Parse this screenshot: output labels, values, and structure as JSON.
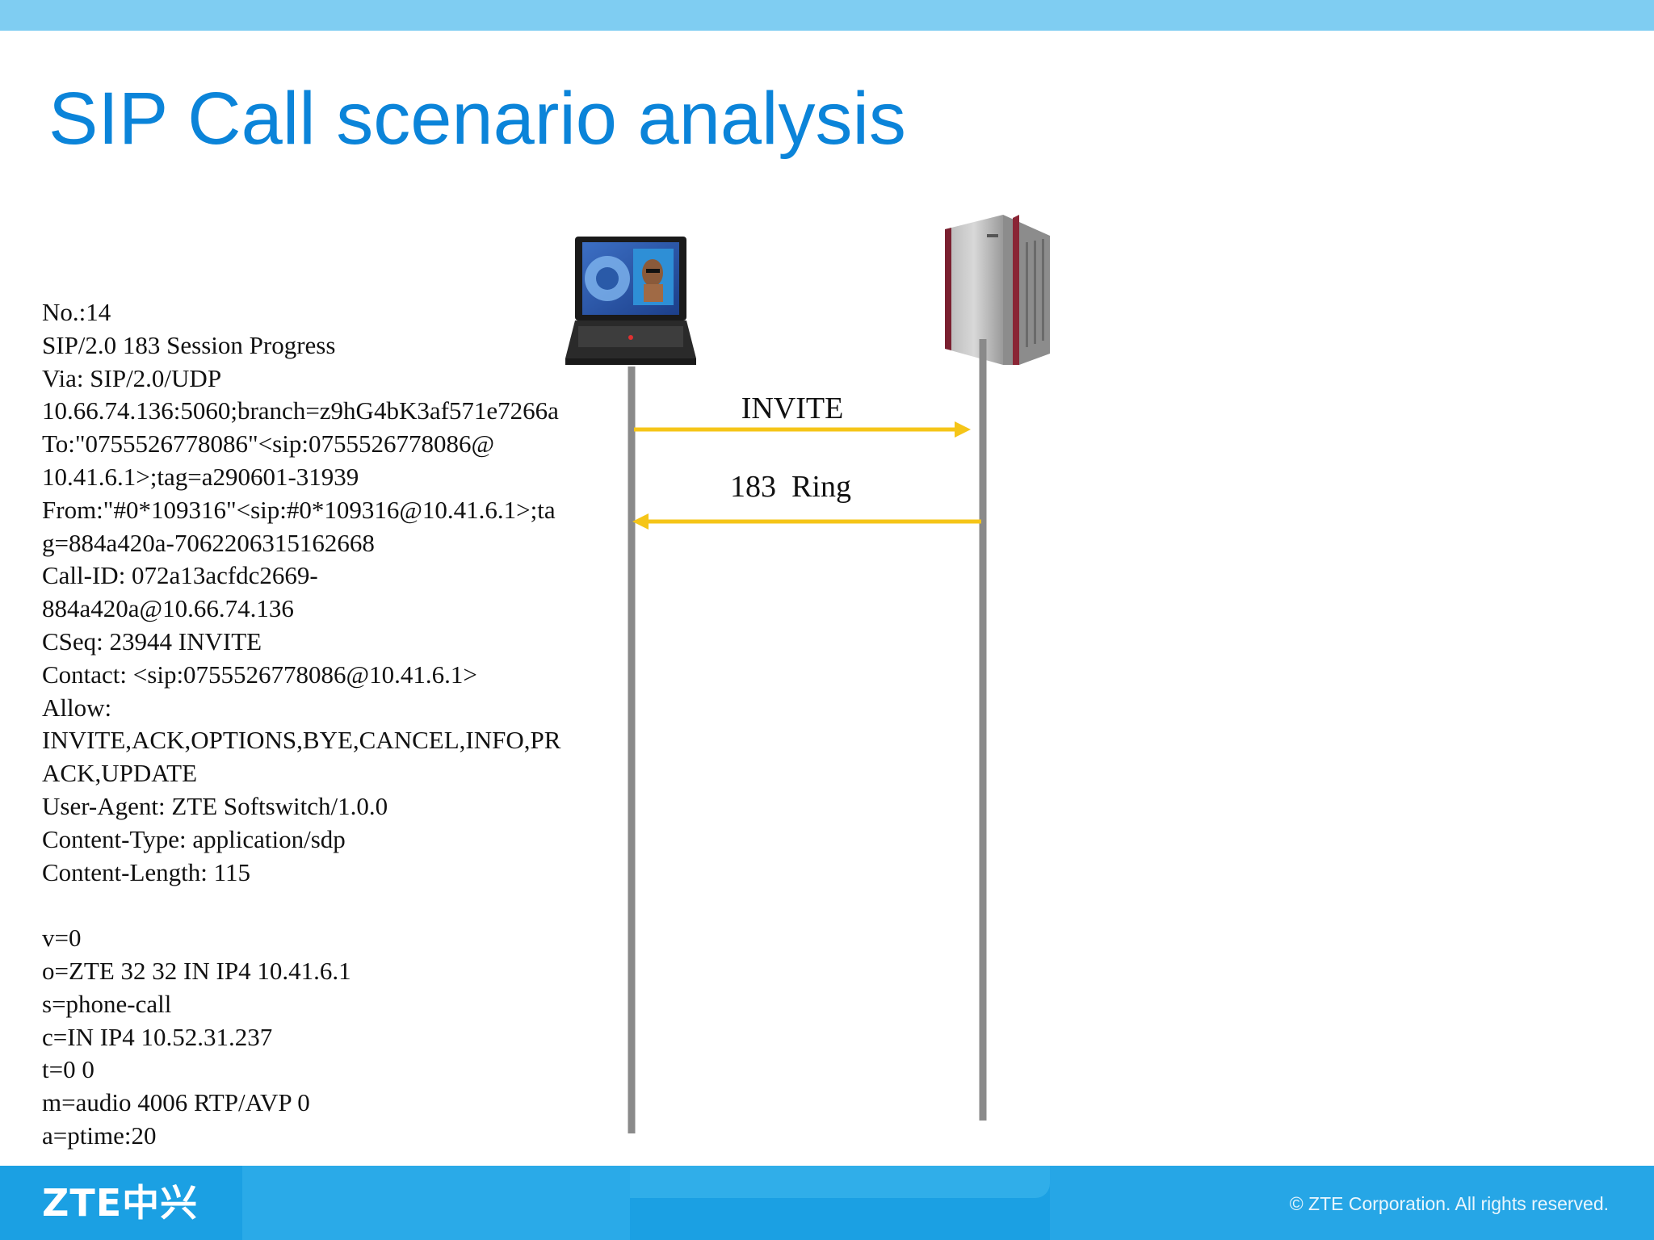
{
  "slide": {
    "title": "SIP Call scenario analysis"
  },
  "message_lines": [
    "No.:14",
    "SIP/2.0 183 Session Progress",
    "Via: SIP/2.0/UDP",
    "10.66.74.136:5060;branch=z9hG4bK3af571e7266a",
    "To:\"0755526778086\"<sip:0755526778086@",
    "10.41.6.1>;tag=a290601-31939",
    "From:\"#0*109316\"<sip:#0*109316@10.41.6.1>;ta",
    "g=884a420a-7062206315162668",
    "Call-ID: 072a13acfdc2669-",
    "884a420a@10.66.74.136",
    "CSeq: 23944 INVITE",
    "Contact: <sip:0755526778086@10.41.6.1>",
    "Allow:",
    "INVITE,ACK,OPTIONS,BYE,CANCEL,INFO,PR",
    "ACK,UPDATE",
    "User-Agent: ZTE Softswitch/1.0.0",
    "Content-Type: application/sdp",
    "Content-Length: 115",
    "",
    "v=0",
    "o=ZTE 32 32 IN IP4 10.41.6.1",
    "s=phone-call",
    "c=IN IP4 10.52.31.237",
    "t=0 0",
    "m=audio 4006 RTP/AVP 0",
    "a=ptime:20"
  ],
  "sequence": {
    "participants": [
      {
        "icon": "laptop-icon"
      },
      {
        "icon": "softswitch-server-icon"
      }
    ],
    "arrows": [
      {
        "label": "INVITE",
        "from": 0,
        "to": 1,
        "color": "#f5c518"
      },
      {
        "label": "183  Ring",
        "from": 1,
        "to": 0,
        "color": "#f5c518"
      }
    ],
    "lifeline_color": "#8a8a8a"
  },
  "footer": {
    "logo": "ZTE中兴",
    "copyright": "© ZTE Corporation. All rights reserved."
  }
}
